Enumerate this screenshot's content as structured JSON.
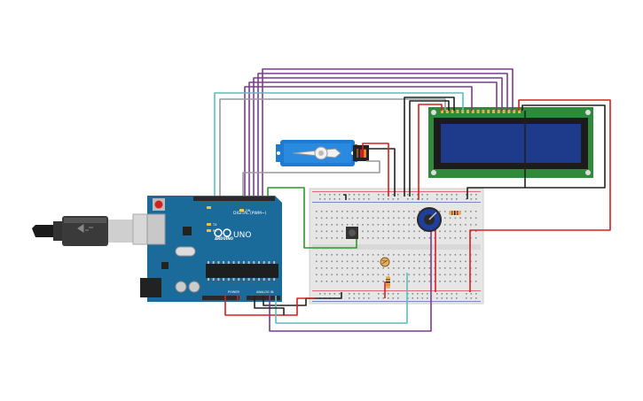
{
  "board": {
    "brand": "ARDUINO",
    "model": "UNO",
    "header_digital": "DIGITAL (PWM~)",
    "header_power": "POWER",
    "header_analog": "ANALOG IN",
    "label_tx": "TX",
    "label_rx": "RX",
    "label_on": "ON"
  },
  "colors": {
    "arduino_blue": "#1a6a9a",
    "breadboard": "#e8e8e8",
    "lcd_board": "#2f8a3c",
    "lcd_screen": "#1e3a8a",
    "servo_blue": "#1f7ad1",
    "wire_purple": "#7a3c8f",
    "wire_teal": "#5fbcbc",
    "wire_red": "#d42020",
    "wire_black": "#222222",
    "wire_green": "#2a9a2a",
    "wire_grey": "#9a9a9a"
  },
  "components": {
    "microcontroller": "arduino-uno",
    "lcd": "16x2-lcd",
    "servo": "micro-servo",
    "potentiometer": "rotary-pot",
    "pushbutton": "tactile-switch",
    "photoresistor": "ldr",
    "resistors": 2
  }
}
